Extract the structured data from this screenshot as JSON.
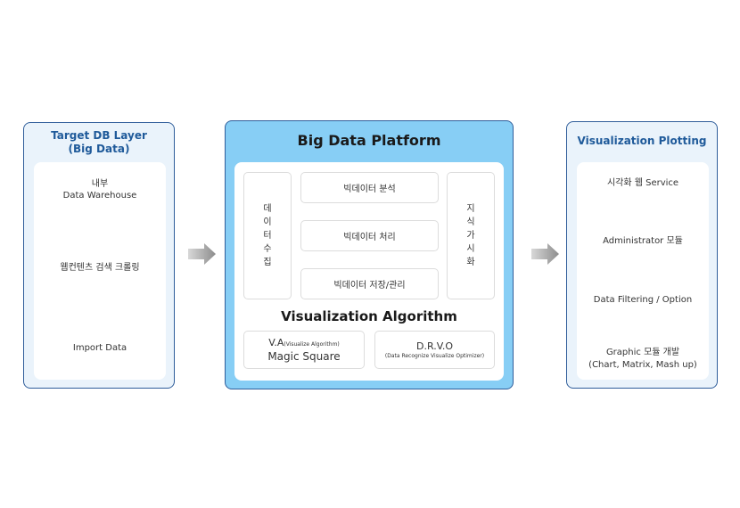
{
  "left_panel": {
    "title": "Target DB Layer",
    "subtitle": "(Big Data)",
    "items": [
      {
        "line1": "내부",
        "line2": "Data Warehouse"
      },
      {
        "line1": "웹컨텐츠 검색 크롤링"
      },
      {
        "line1": "Import Data"
      }
    ]
  },
  "center_panel": {
    "title": "Big Data Platform",
    "left_column": [
      "데",
      "이",
      "터",
      "수",
      "집"
    ],
    "right_column": [
      "지",
      "식",
      "가",
      "시",
      "화"
    ],
    "middle_boxes": [
      "빅데이터 분석",
      "빅데이터 처리",
      "빅데이터 저장/관리"
    ],
    "algorithm_title": "Visualization Algorithm",
    "va": {
      "name": "V.A",
      "note": "(Visualize Algorithm)",
      "label": "Magic Square"
    },
    "drvo": {
      "name": "D.R.V.O",
      "note": "(Data Recognize Visualize Optimizer)"
    }
  },
  "right_panel": {
    "title": "Visualization Plotting",
    "items": [
      {
        "line1": "시각화 웹 Service"
      },
      {
        "line1": "Administrator 모듈"
      },
      {
        "line1": "Data Filtering / Option"
      },
      {
        "line1": "Graphic 모듈 개발",
        "line2": "(Chart, Matrix, Mash up)"
      }
    ]
  },
  "colors": {
    "panel_border": "#2f5d9a",
    "title_blue": "#1f5a9a",
    "center_fill": "#87cef5",
    "side_fill": "#eaf3fb",
    "arrow_gray": "#9a9a9a"
  }
}
